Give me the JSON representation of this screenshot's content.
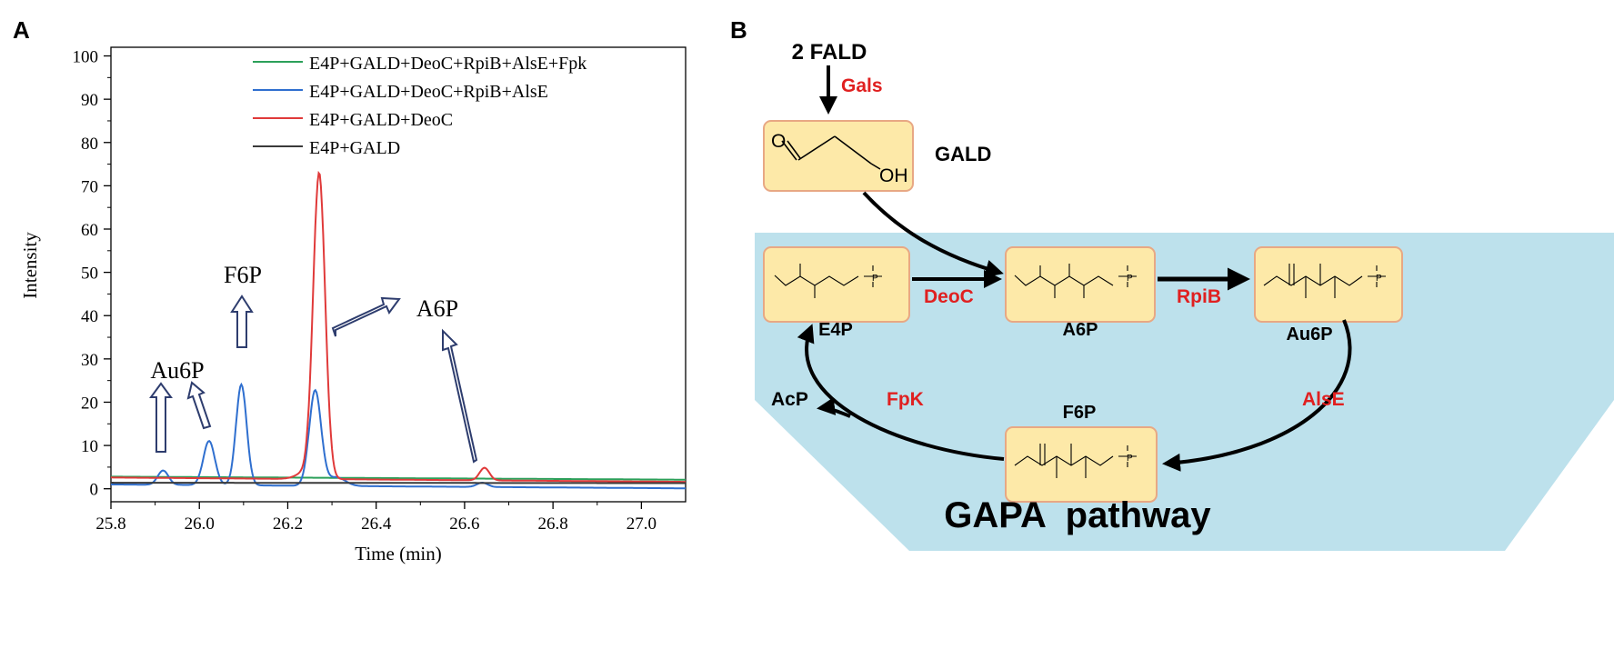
{
  "panel_a": {
    "panel_label": "A",
    "peak_labels": [
      "Au6P",
      "F6P",
      "A6P"
    ]
  },
  "chart_data": {
    "type": "line",
    "title": "",
    "xlabel": "Time (min)",
    "ylabel": "Intensity",
    "xlim": [
      25.8,
      27.1
    ],
    "ylim": [
      -3,
      102
    ],
    "xticks": [
      25.8,
      26.0,
      26.2,
      26.4,
      26.6,
      26.8,
      27.0
    ],
    "xtick_labels": [
      "25.8",
      "26.0",
      "26.2",
      "26.4",
      "26.6",
      "26.8",
      "27.0"
    ],
    "yticks": [
      0,
      10,
      20,
      30,
      40,
      50,
      60,
      70,
      80,
      90,
      100
    ],
    "ytick_labels": [
      "0",
      "10",
      "20",
      "30",
      "40",
      "50",
      "60",
      "70",
      "80",
      "90",
      "100"
    ],
    "grid": false,
    "legend_position": "top-right",
    "series": [
      {
        "name": "E4P+GALD+DeoC+RpiB+AlsE+Fpk",
        "color": "#2ca05a",
        "baseline": [
          2.8,
          2.1
        ],
        "peaks": []
      },
      {
        "name": "E4P+GALD+DeoC+RpiB+AlsE",
        "color": "#2f6fcf",
        "baseline": [
          1.0,
          0.1
        ],
        "peaks": [
          [
            25.918,
            3.3,
            0.012
          ],
          [
            26.022,
            10.2,
            0.013
          ],
          [
            26.095,
            23.3,
            0.012
          ],
          [
            26.262,
            22.0,
            0.0135
          ],
          [
            26.31,
            2.0,
            0.02
          ],
          [
            26.64,
            1.0,
            0.012
          ]
        ]
      },
      {
        "name": "E4P+GALD+DeoC",
        "color": "#e03a3a",
        "baseline": [
          2.6,
          1.6
        ],
        "peaks": [
          [
            26.271,
            70.4,
            0.0135
          ],
          [
            26.24,
            1.5,
            0.02
          ],
          [
            26.645,
            2.9,
            0.011
          ]
        ]
      },
      {
        "name": "E4P+GALD",
        "color": "#3a3a3a",
        "baseline": [
          1.4,
          1.3
        ],
        "peaks": []
      }
    ],
    "annotations": [
      {
        "label": "Au6P",
        "points_to": [
          25.918,
          4
        ]
      },
      {
        "label": "F6P",
        "points_to": [
          26.095,
          24
        ]
      },
      {
        "label": "A6P",
        "points_to": [
          26.27,
          73
        ]
      }
    ]
  },
  "panel_b": {
    "panel_label": "B",
    "pathway_title": "GAPA  pathway",
    "input": "2 FALD",
    "compounds": {
      "gald": "GALD",
      "e4p": "E4P",
      "a6p": "A6P",
      "au6p": "Au6P",
      "f6p": "F6P",
      "acp": "AcP"
    },
    "enzymes": {
      "gals": "Gals",
      "deoc": "DeoC",
      "rpib": "RpiB",
      "alse": "AlsE",
      "fpk": "FpK"
    },
    "structure_labels": {
      "o": "O",
      "oh": "OH",
      "p": "P"
    },
    "colors": {
      "background": "#bde1ec",
      "box_fill": "#fde9a8",
      "box_border": "#e8a884",
      "enzyme": "#e02020"
    }
  }
}
